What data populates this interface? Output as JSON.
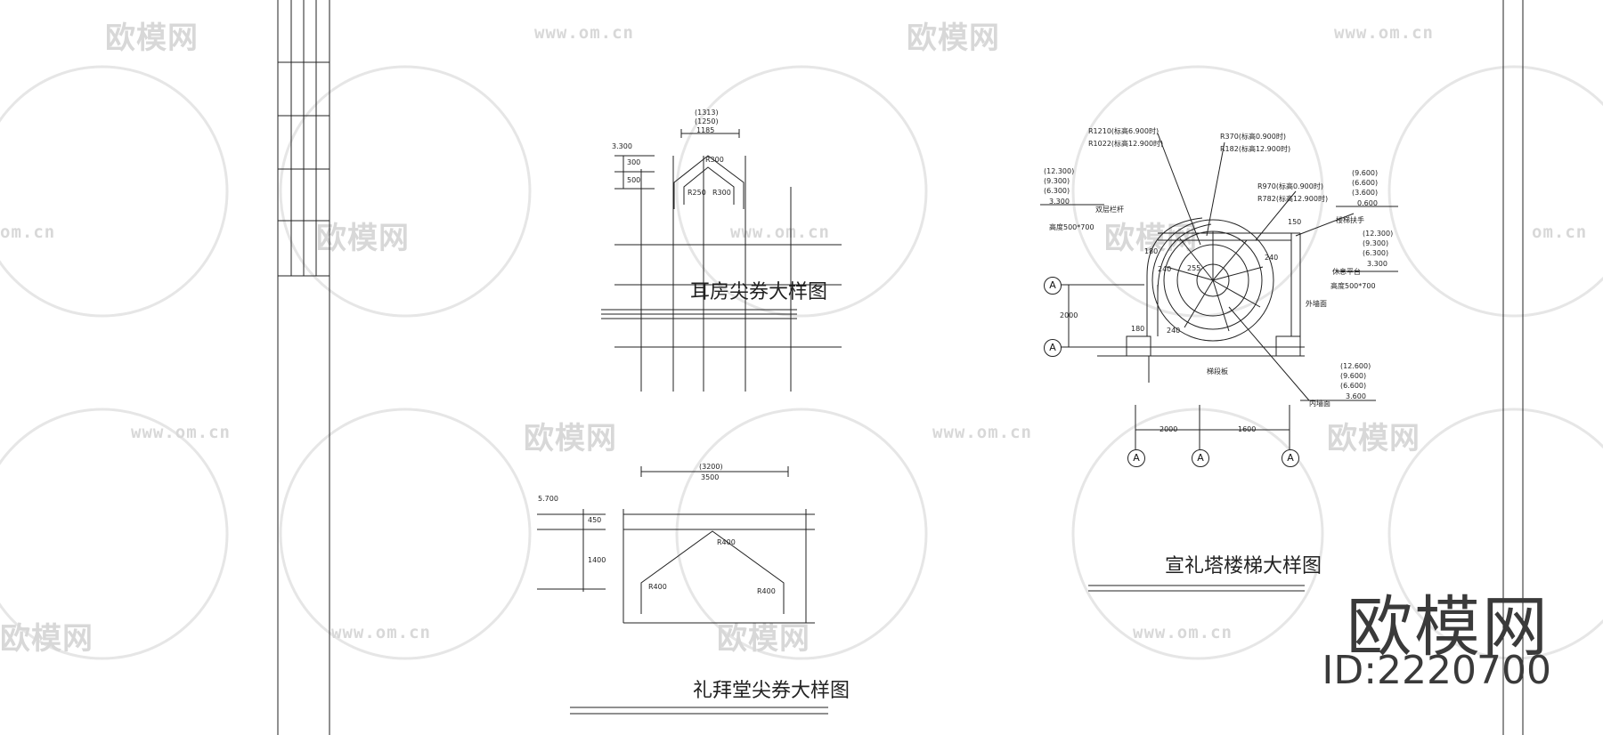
{
  "watermarks": {
    "brand": "欧模网",
    "url": "www.om.cn",
    "url_partial": "om.cn"
  },
  "titles": {
    "ear_room_arch": "耳房尖券大样图",
    "chapel_arch": "礼拜堂尖券大样图",
    "minaret_stair": "宣礼塔楼梯大样图"
  },
  "ear_room": {
    "dims_top": [
      "(1313)",
      "(1250)",
      "1185"
    ],
    "elev": "3.300",
    "dims_left": [
      "300",
      "500"
    ],
    "radius_labels": [
      "R300",
      "R250",
      "R300"
    ]
  },
  "chapel": {
    "dim_top_paren": "(3200)",
    "dim_top": "3500",
    "elev": "5.700",
    "dims_left": [
      "450",
      "1400"
    ],
    "radius_labels": [
      "R400",
      "R400",
      "R400"
    ]
  },
  "stair": {
    "notes_left": [
      "(12.300)",
      "(9.300)",
      "(6.300)",
      "3.300"
    ],
    "radius_notes": [
      "R1210(标高6.900时)",
      "R1022(标高12.900时)",
      "R370(标高0.900时)",
      "R182(标高12.900时)",
      "R970(标高0.900时)",
      "R782(标高12.900时)"
    ],
    "notes_right_top": [
      "(9.600)",
      "(6.600)",
      "(3.600)",
      "0.600"
    ],
    "notes_right_mid": [
      "(12.300)",
      "(9.300)",
      "(6.300)",
      "3.300"
    ],
    "notes_right_bot": [
      "(12.600)",
      "(9.600)",
      "(6.600)",
      "3.600"
    ],
    "small_notes": [
      "高度500*700",
      "高度500*700",
      "楼梯扶手",
      "双层栏杆",
      "休息平台",
      "梯段板",
      "外墙面",
      "内墙面"
    ],
    "dims_inner": [
      "180",
      "240",
      "150",
      "240",
      "180",
      "240",
      "2000",
      "255"
    ],
    "dims_bottom": [
      "2000",
      "1600"
    ],
    "axis": [
      "A",
      "A",
      "A",
      "A",
      "A"
    ]
  },
  "logo": {
    "brand": "欧模网",
    "id": "ID:2220700"
  }
}
